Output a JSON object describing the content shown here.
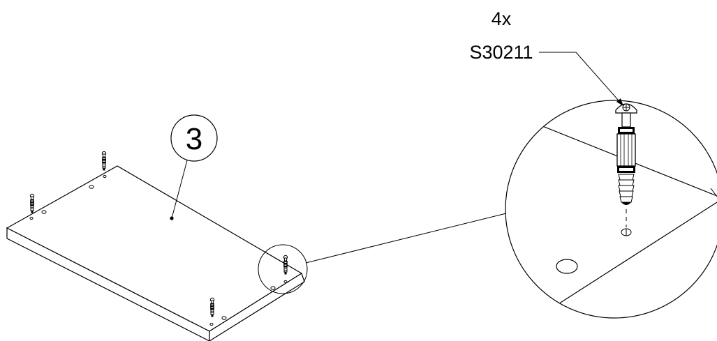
{
  "quantity_label": "4x",
  "part_code": "S30211",
  "panel_number": "3",
  "colors": {
    "ink": "#000000",
    "paper": "#ffffff"
  },
  "icons": {
    "fitting": "cam-dowel-bolt-icon",
    "detail": "magnifier-detail-circle"
  }
}
